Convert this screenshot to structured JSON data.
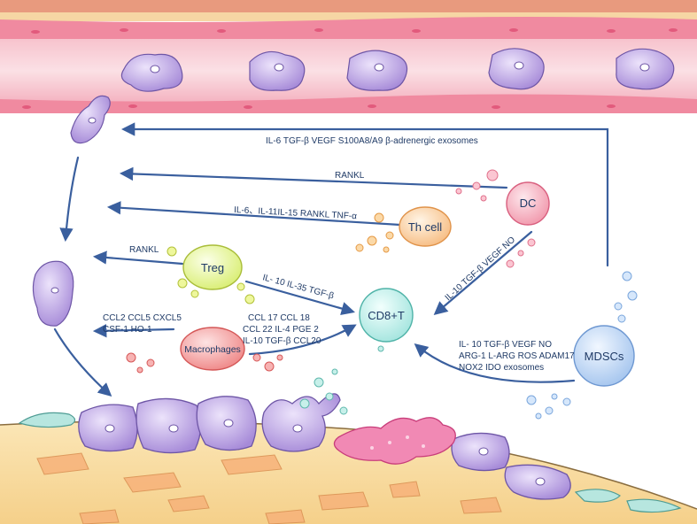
{
  "cells": {
    "dc": "DC",
    "th_cell": "Th cell",
    "treg": "Treg",
    "macrophages": "Macrophages",
    "cd8t": "CD8+T",
    "mdscs": "MDSCs"
  },
  "labels": {
    "top_factors": "IL-6  TGF-β  VEGF   S100A8/A9   β-adrenergic     exosomes",
    "dc_rankl": "RANKL",
    "th_factors": "IL-6、IL-11IL-15   RANKL  TNF-α",
    "treg_rankl": "RANKL",
    "treg_to_cd8": "IL- 10  IL-35  TGF-β",
    "dc_to_cd8": "IL-10 TGF-β VEGF NO",
    "mac_left_1": "CCL2  CCL5  CXCL5",
    "mac_left_2": "CSF-1  HO-1",
    "mac_right_1": "CCL 17  CCL 18",
    "mac_right_2": "CCL 22  IL-4  PGE 2",
    "mac_right_3": "IL-10  TGF-β  CCL20",
    "mdsc_1": "IL- 10  TGF-β  VEGF  NO",
    "mdsc_2": "ARG-1  L-ARG  ROS  ADAM17",
    "mdsc_3": "NOX2  IDO  exosomes"
  },
  "colors": {
    "arrow": "#3a5f9e",
    "text": "#1f3a66",
    "vessel": "#f4b7c3",
    "bone": "#f7dca0",
    "osteoclast": "#b9a3e0"
  }
}
